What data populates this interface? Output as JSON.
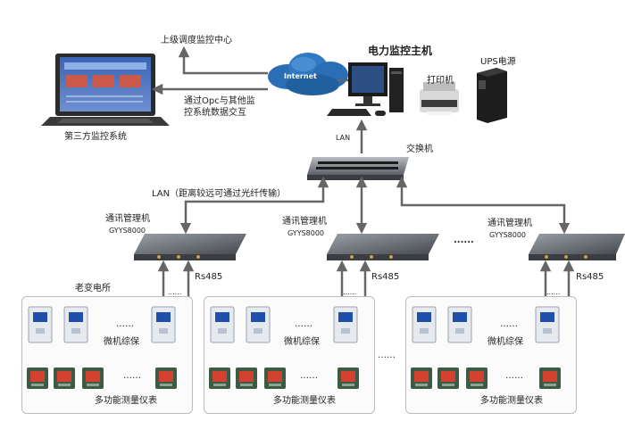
{
  "labels": {
    "upper_dispatch": "上级调度监控中心",
    "internet": "Internet",
    "opc_exchange_line1": "通过Opc与其他监",
    "opc_exchange_line2": "控系统数据交互",
    "main_host": "电力监控主机",
    "printer": "打印机",
    "ups": "UPS电源",
    "third_party": "第三方监控系统",
    "lan_top": "LAN",
    "switch": "交换机",
    "lan_fiber": "LAN（距离较远可通过光纤传输）",
    "old_substation": "老变电所",
    "rs485": "Rs485",
    "protection": "微机综保",
    "meters": "多功能测量仪表",
    "ellipsis": "……",
    "dots": "......"
  },
  "managers": [
    {
      "name": "通讯管理机",
      "model": "GYYS8000"
    },
    {
      "name": "通讯管理机",
      "model": "GYYS8000"
    },
    {
      "name": "通讯管理机",
      "model": "GYYS8000"
    }
  ],
  "colors": {
    "arrow": "#666666",
    "cloud": "#2a6fb5",
    "device_body": "#e6e9ee",
    "device_screen": "#1f4fa8",
    "meter_body": "#3d5a44",
    "meter_face": "#d2432f"
  }
}
